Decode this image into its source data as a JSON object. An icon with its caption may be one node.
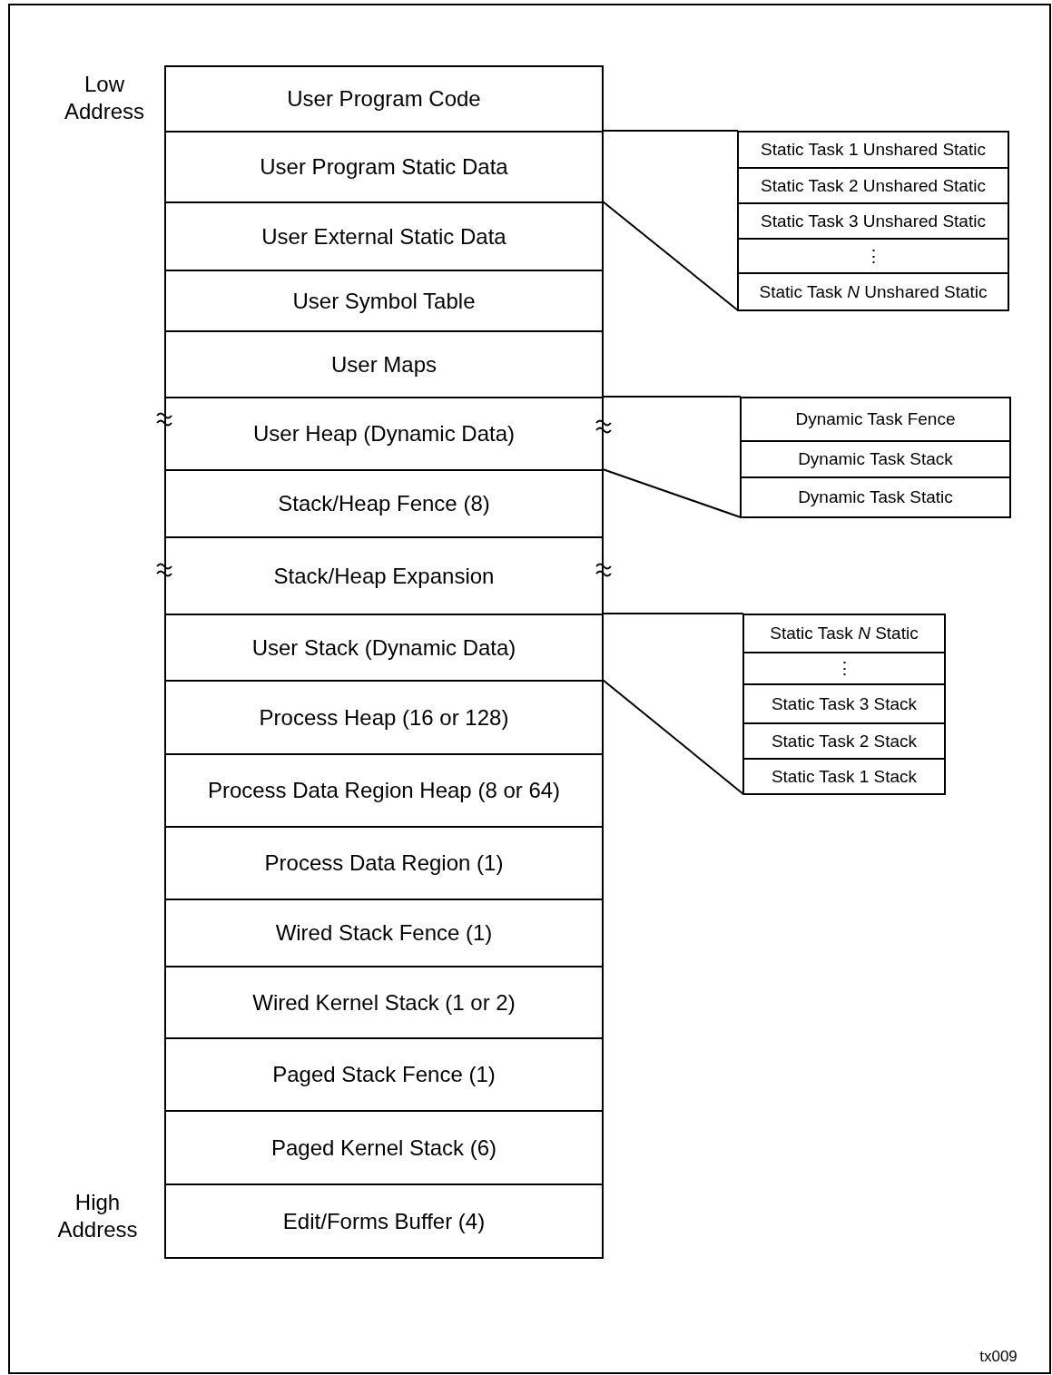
{
  "diagram": {
    "nodes": [
      {
        "text": [
          "User Program Code"
        ]
      },
      {
        "text": [
          "User Program Static Data"
        ]
      },
      {
        "text": [
          "User External Static Data"
        ]
      },
      {
        "text": [
          "User Symbol Table"
        ]
      },
      {
        "text": [
          "User Maps"
        ]
      },
      {
        "text": [
          "User Heap (Dynamic Data)"
        ]
      },
      {
        "text": [
          "Stack/Heap Fence (8)"
        ]
      },
      {
        "text": [
          "Stack/Heap Expansion"
        ]
      },
      {
        "text": [
          "User Stack (Dynamic Data)"
        ]
      },
      {
        "text": [
          "Process Heap (16 or 128)"
        ]
      },
      {
        "text": [
          "Process Data Region Heap (8 or 64)"
        ]
      },
      {
        "text": [
          "Process Data Region (1)"
        ]
      },
      {
        "text": [
          "Wired Stack Fence (1)"
        ]
      },
      {
        "text": [
          "Wired Kernel Stack (1 or 2)"
        ]
      },
      {
        "text": [
          "Paged Stack Fence (1)"
        ]
      },
      {
        "text": [
          "Paged Kernel Stack (6)"
        ]
      },
      {
        "text": [
          "Edit/Forms Buffer (4)"
        ]
      },
      {
        "text": [
          "Static Task 1 Unshared Static"
        ]
      },
      {
        "text": [
          "Static Task 2 Unshared Static"
        ]
      },
      {
        "text": [
          "Static Task 3 Unshared Static"
        ]
      },
      {
        "text": [
          "⋮"
        ]
      },
      {
        "text": [
          "Static Task *N* Unshared Static"
        ]
      },
      {
        "text": [
          "Dynamic Task Fence"
        ]
      },
      {
        "text": [
          "Dynamic Task Stack"
        ]
      },
      {
        "text": [
          "Dynamic Task Static"
        ]
      },
      {
        "text": [
          "Static Task *N* Static"
        ]
      },
      {
        "text": [
          "⋮"
        ]
      },
      {
        "text": [
          "Static Task 3 Stack"
        ]
      },
      {
        "text": [
          "Static Task 2 Stack"
        ]
      },
      {
        "text": [
          "Static Task 1 Stack"
        ]
      }
    ],
    "edges": [
      {
        "from": 1,
        "to": 17,
        "arrow": "none"
      },
      {
        "from": 1,
        "to": 21,
        "arrow": "none"
      },
      {
        "from": 5,
        "to": 22,
        "arrow": "none"
      },
      {
        "from": 5,
        "to": 24,
        "arrow": "none"
      },
      {
        "from": 8,
        "to": 25,
        "arrow": "none"
      },
      {
        "from": 8,
        "to": 29,
        "arrow": "none"
      }
    ],
    "labels": [
      "Low Address",
      "High Address",
      "tx009"
    ]
  }
}
